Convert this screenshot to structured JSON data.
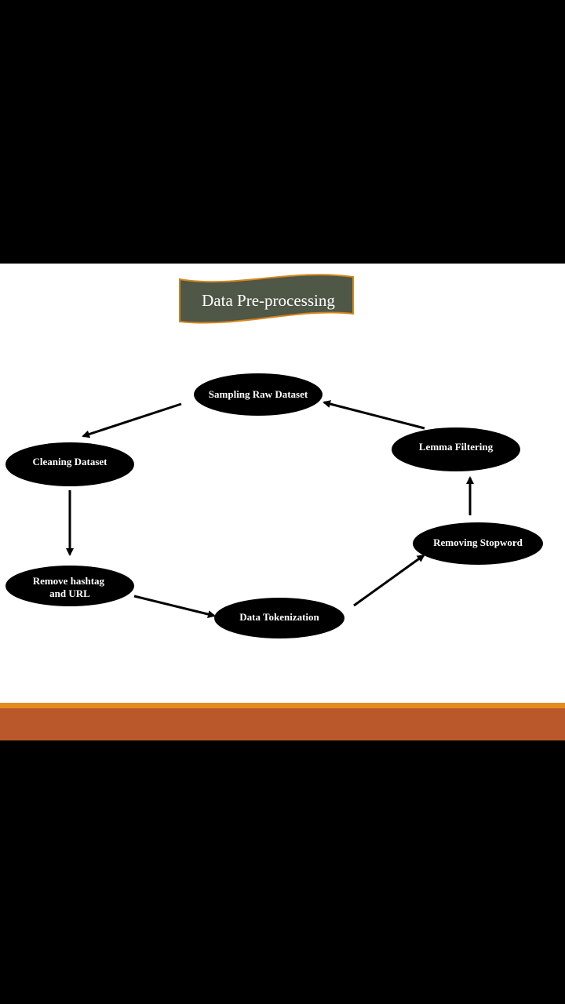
{
  "slide": {
    "title": "Data Pre-processing",
    "colors": {
      "slide_background": "#ffffff",
      "letterbox": "#000000",
      "title_banner_fill": "#4f5747",
      "title_banner_border": "#d4861c",
      "node_fill": "#000000",
      "node_text": "#ffffff",
      "arrow": "#000000",
      "footer_stripe_top": "#e58c1f",
      "footer_band": "#bb582b"
    }
  },
  "diagram": {
    "nodes": [
      {
        "id": "sampling",
        "lines": [
          "Sampling Raw Dataset"
        ]
      },
      {
        "id": "cleaning",
        "lines": [
          "Cleaning Dataset"
        ]
      },
      {
        "id": "remove",
        "lines": [
          "Remove hashtag",
          "and URL"
        ]
      },
      {
        "id": "tokenization",
        "lines": [
          "Data Tokenization"
        ]
      },
      {
        "id": "stopword",
        "lines": [
          "Removing Stopword"
        ]
      },
      {
        "id": "lemma",
        "lines": [
          "Lemma Filtering"
        ]
      }
    ],
    "edges": [
      {
        "from": "sampling",
        "to": "cleaning"
      },
      {
        "from": "cleaning",
        "to": "remove"
      },
      {
        "from": "remove",
        "to": "tokenization"
      },
      {
        "from": "tokenization",
        "to": "stopword"
      },
      {
        "from": "stopword",
        "to": "lemma"
      },
      {
        "from": "lemma",
        "to": "sampling"
      }
    ]
  }
}
